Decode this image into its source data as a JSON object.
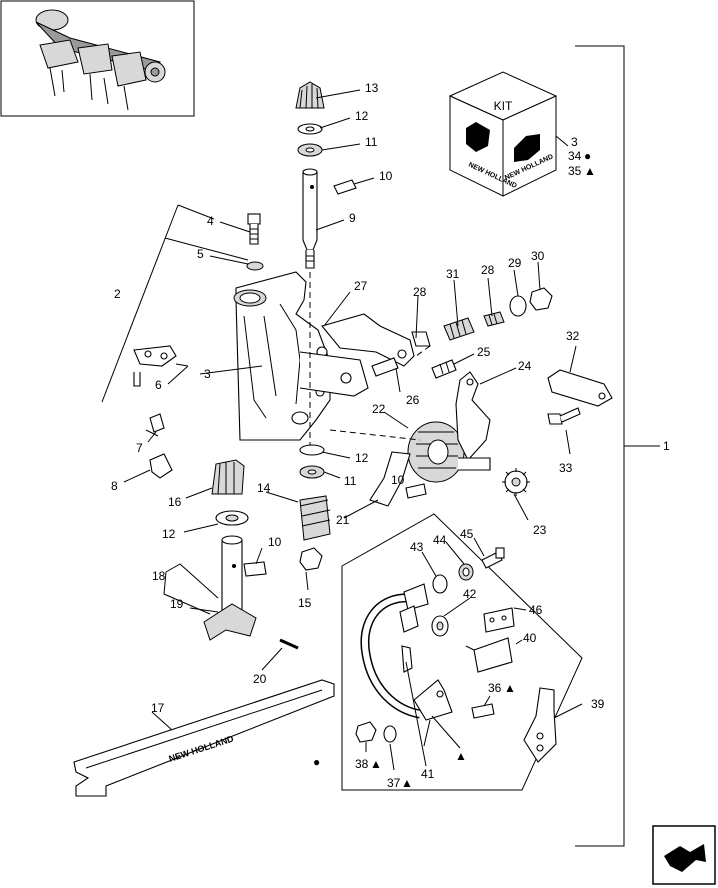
{
  "kit_box": {
    "title": "KIT",
    "brand": "NEW HOLLAND"
  },
  "parts": [
    {
      "num": "13"
    },
    {
      "num": "12"
    },
    {
      "num": "11"
    },
    {
      "num": "10"
    },
    {
      "num": "9"
    },
    {
      "num": "4"
    },
    {
      "num": "5"
    },
    {
      "num": "2"
    },
    {
      "num": "27"
    },
    {
      "num": "28"
    },
    {
      "num": "31"
    },
    {
      "num": "28"
    },
    {
      "num": "29"
    },
    {
      "num": "30"
    },
    {
      "num": "3"
    },
    {
      "num": "6"
    },
    {
      "num": "25"
    },
    {
      "num": "26"
    },
    {
      "num": "24"
    },
    {
      "num": "22"
    },
    {
      "num": "32"
    },
    {
      "num": "7"
    },
    {
      "num": "8"
    },
    {
      "num": "12"
    },
    {
      "num": "11"
    },
    {
      "num": "10"
    },
    {
      "num": "16"
    },
    {
      "num": "14"
    },
    {
      "num": "21"
    },
    {
      "num": "23"
    },
    {
      "num": "33"
    },
    {
      "num": "12"
    },
    {
      "num": "10"
    },
    {
      "num": "18"
    },
    {
      "num": "19"
    },
    {
      "num": "15"
    },
    {
      "num": "20"
    },
    {
      "num": "17"
    },
    {
      "num": "3"
    },
    {
      "num": "34"
    },
    {
      "num": "35"
    },
    {
      "num": "1"
    },
    {
      "num": "43"
    },
    {
      "num": "44"
    },
    {
      "num": "45"
    },
    {
      "num": "42"
    },
    {
      "num": "46"
    },
    {
      "num": "40"
    },
    {
      "num": "36"
    },
    {
      "num": "39"
    },
    {
      "num": "38"
    },
    {
      "num": "37"
    },
    {
      "num": "41"
    }
  ],
  "symbols": {
    "circle": "●",
    "triangle": "▲"
  },
  "bar_brand": "NEW HOLLAND",
  "nav": {
    "icon": "next-page-arrow-icon"
  }
}
